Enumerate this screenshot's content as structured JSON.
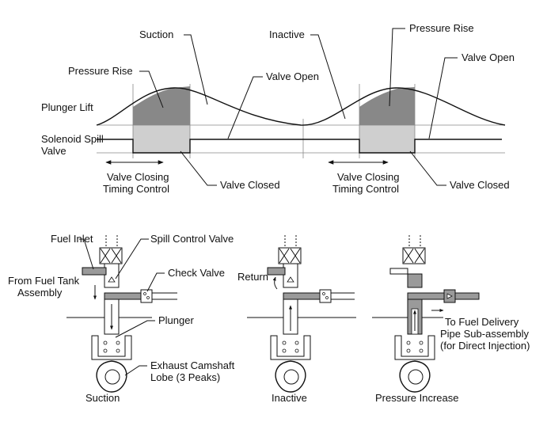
{
  "timing": {
    "row_plunger": "Plunger Lift",
    "row_solenoid_1": "Solenoid Spill",
    "row_solenoid_2": "Valve",
    "suction": "Suction",
    "pressure_rise_left": "Pressure Rise",
    "valve_open_left": "Valve Open",
    "inactive": "Inactive",
    "pressure_rise_right": "Pressure Rise",
    "valve_open_right": "Valve Open",
    "closing_timing_left_1": "Valve Closing",
    "closing_timing_left_2": "Timing Control",
    "valve_closed_left": "Valve Closed",
    "closing_timing_right_1": "Valve Closing",
    "closing_timing_right_2": "Timing Control",
    "valve_closed_right": "Valve Closed"
  },
  "pump": {
    "fuel_inlet": "Fuel Inlet",
    "spill_control_valve": "Spill Control Valve",
    "from_fuel_tank_1": "From Fuel Tank",
    "from_fuel_tank_2": "Assembly",
    "check_valve": "Check Valve",
    "return": "Return",
    "plunger": "Plunger",
    "exhaust_camshaft_1": "Exhaust Camshaft",
    "exhaust_camshaft_2": "Lobe (3 Peaks)",
    "to_delivery_1": "To Fuel Delivery",
    "to_delivery_2": "Pipe Sub-assembly",
    "to_delivery_3": "(for Direct Injection)",
    "caption_suction": "Suction",
    "caption_inactive": "Inactive",
    "caption_pressure_increase": "Pressure Increase"
  },
  "colors": {
    "line": "#111111",
    "shade_dark": "#888888",
    "shade_light": "#cfcfcf",
    "fuel_fill": "#9a9a9a"
  }
}
